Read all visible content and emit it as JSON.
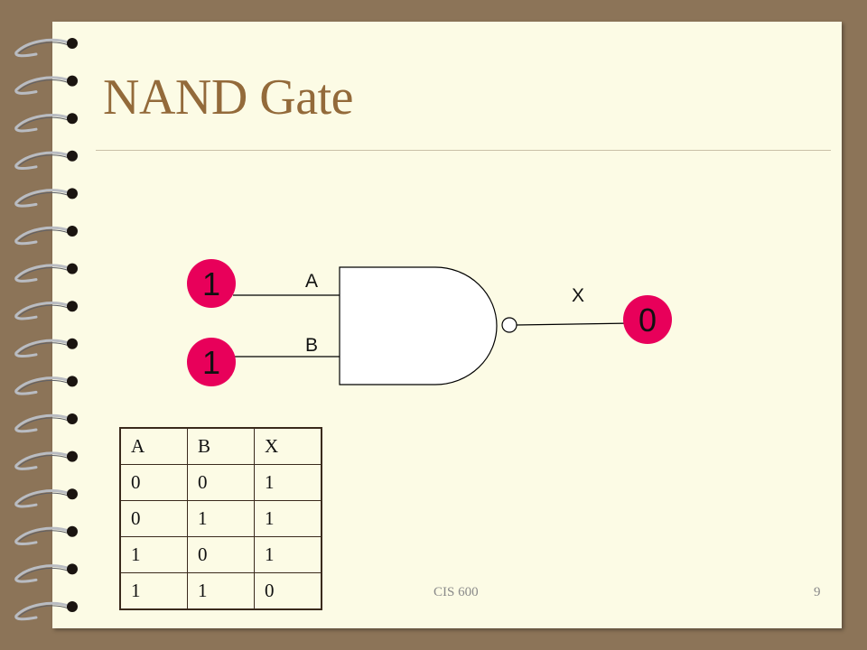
{
  "slide": {
    "title": "NAND Gate",
    "footer_course": "CIS 600",
    "page_number": "9"
  },
  "gate": {
    "type": "NAND",
    "input_a_label": "A",
    "input_b_label": "B",
    "output_label": "X",
    "input_a_value": "1",
    "input_b_value": "1",
    "output_value": "0"
  },
  "truth_table": {
    "headers": [
      "A",
      "B",
      "X"
    ],
    "rows": [
      [
        "0",
        "0",
        "1"
      ],
      [
        "0",
        "1",
        "1"
      ],
      [
        "1",
        "0",
        "1"
      ],
      [
        "1",
        "1",
        "0"
      ]
    ]
  },
  "colors": {
    "background": "#8c7458",
    "page": "#fcfbe5",
    "title": "#936a3a",
    "signal_dot": "#e8005a"
  }
}
